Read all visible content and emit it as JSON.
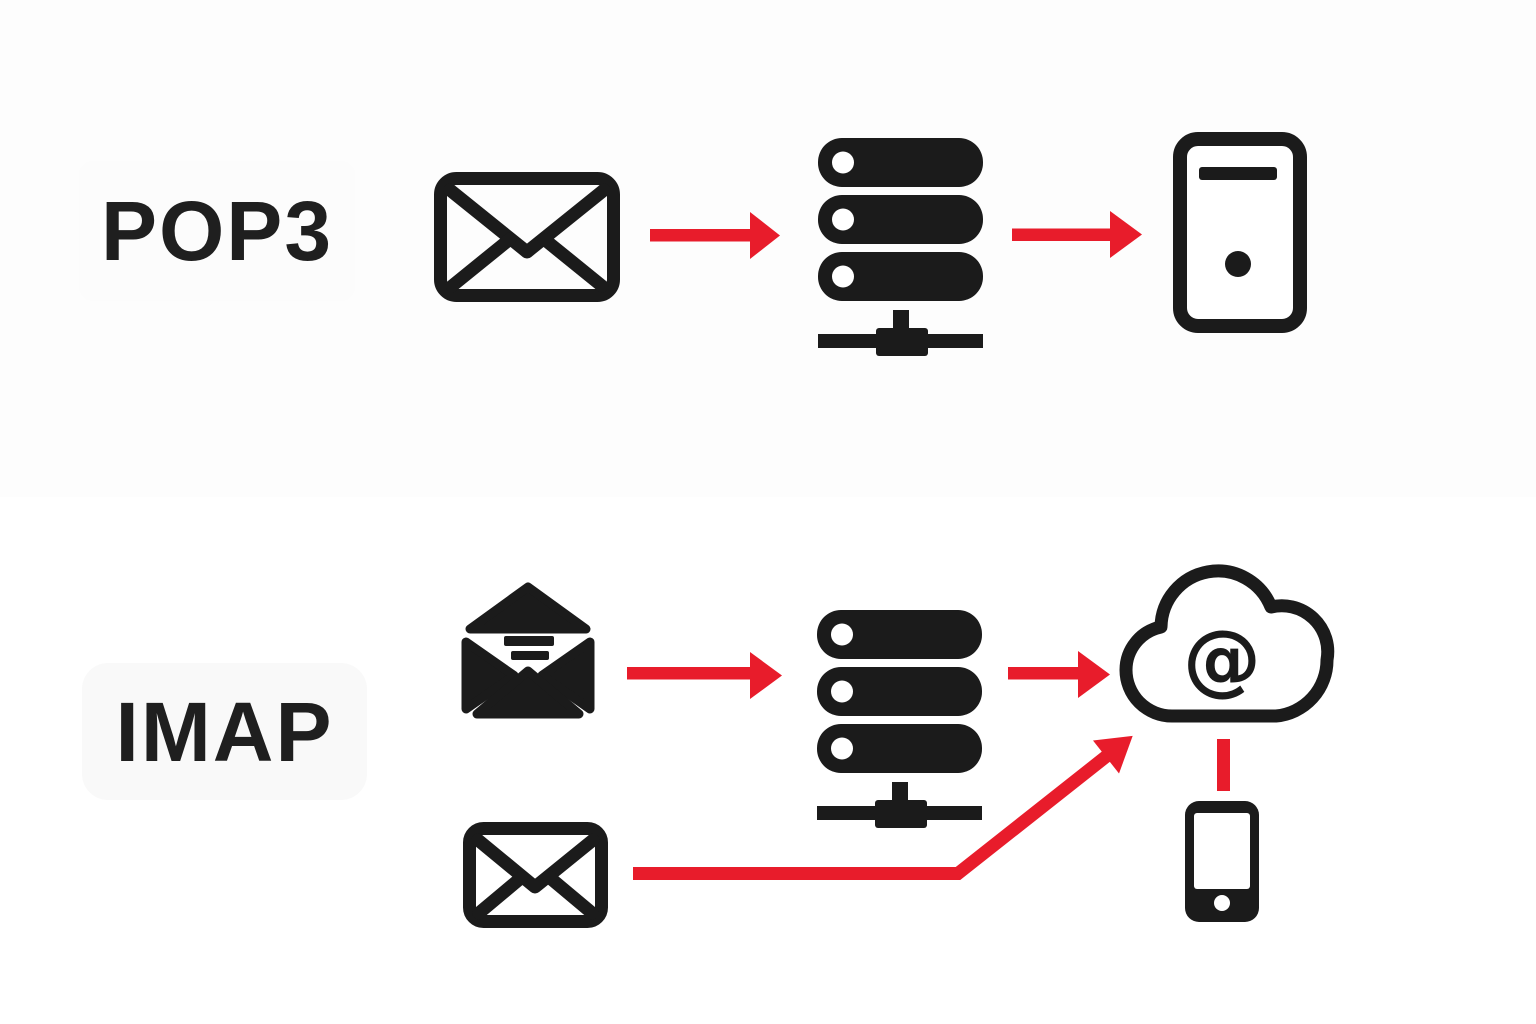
{
  "colors": {
    "arrow_red": "#e81c2b",
    "icon_black": "#1b1b1b",
    "label_text": "#1f1f1f",
    "pop3_box_bg": "#fcfcfc",
    "imap_box_bg": "#f9f9f9",
    "top_band_bg": "#fdfdfd",
    "page_bg": "#ffffff"
  },
  "rows": [
    {
      "id": "pop3",
      "label": "POP3",
      "flow": [
        "closed-envelope-icon",
        "arrow-right-icon",
        "mail-server-icon",
        "arrow-right-icon",
        "desktop-computer-icon"
      ]
    },
    {
      "id": "imap",
      "label": "IMAP",
      "flow": [
        "open-envelope-icon",
        "arrow-right-icon",
        "mail-server-icon",
        "arrow-right-icon",
        "cloud-at-icon"
      ],
      "secondary_flow": [
        "closed-envelope-icon",
        "bent-arrow-icon",
        "cloud-at-icon"
      ],
      "device_link": [
        "cloud-at-icon",
        "red-link-segment",
        "smartphone-icon"
      ]
    }
  ],
  "cloud": {
    "symbol": "@"
  }
}
